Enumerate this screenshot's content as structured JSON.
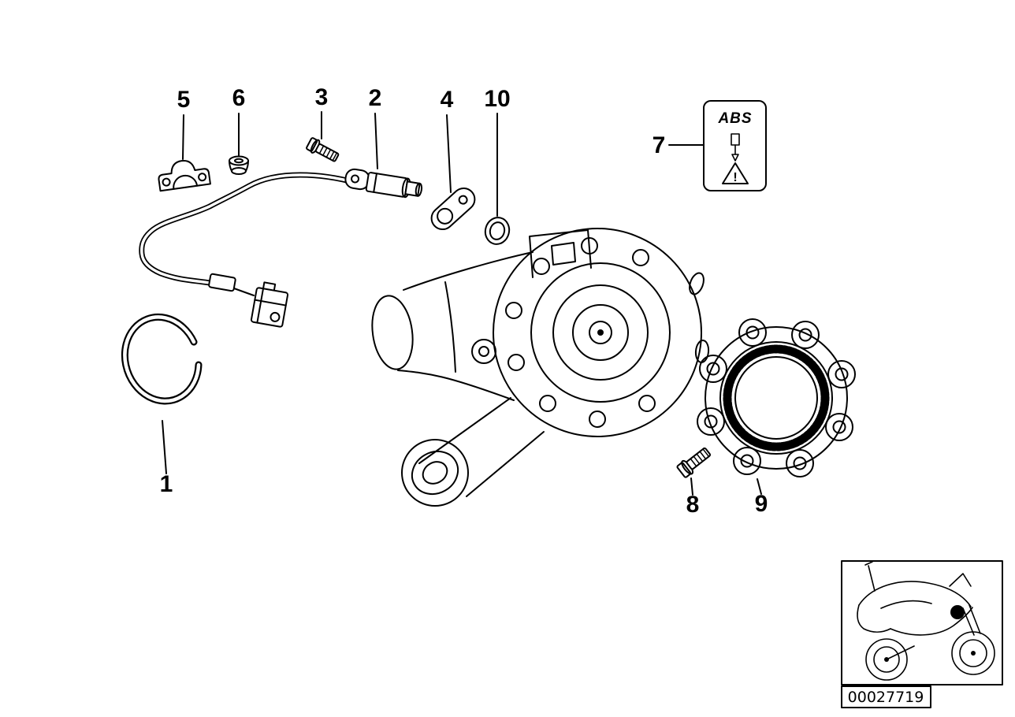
{
  "callouts": {
    "n1": "1",
    "n2": "2",
    "n3": "3",
    "n4": "4",
    "n5": "5",
    "n6": "6",
    "n7": "7",
    "n8": "8",
    "n9": "9",
    "n10": "10"
  },
  "abs_sticker": {
    "logo": "ABS",
    "warning_mark": "!"
  },
  "legend": {
    "part_code": "00027719"
  }
}
